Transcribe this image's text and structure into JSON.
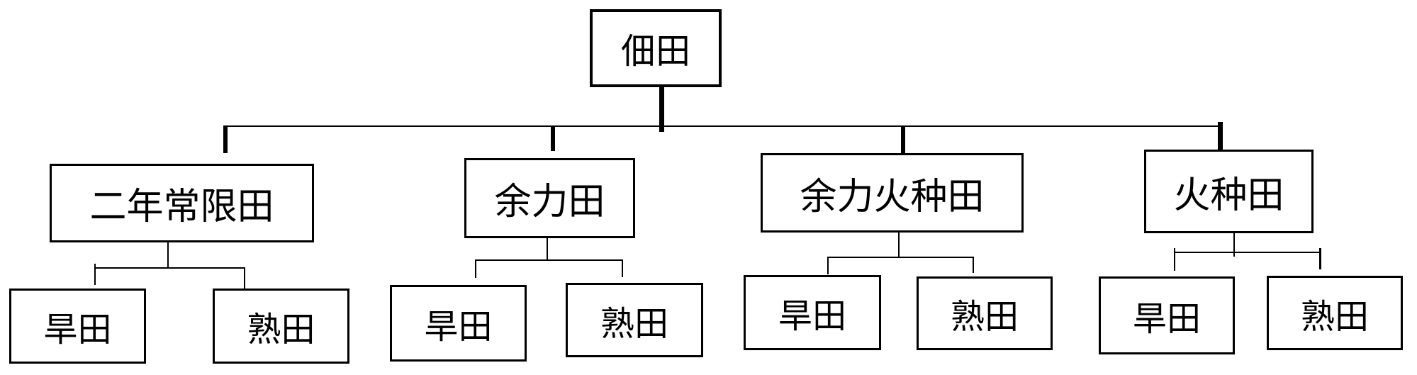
{
  "diagram": {
    "title": "field classification tree",
    "background_color": "#ffffff",
    "line_color": "#000000",
    "text_color": "#000000",
    "root": {
      "label": "佃田"
    },
    "branches": [
      {
        "label": "二年常限田",
        "children": [
          {
            "label": "旱田"
          },
          {
            "label": "熟田"
          }
        ]
      },
      {
        "label": "余力田",
        "children": [
          {
            "label": "旱田"
          },
          {
            "label": "熟田"
          }
        ]
      },
      {
        "label": "余力火种田",
        "children": [
          {
            "label": "旱田"
          },
          {
            "label": "熟田"
          }
        ]
      },
      {
        "label": "火种田",
        "children": [
          {
            "label": "旱田"
          },
          {
            "label": "熟田"
          }
        ]
      }
    ]
  }
}
